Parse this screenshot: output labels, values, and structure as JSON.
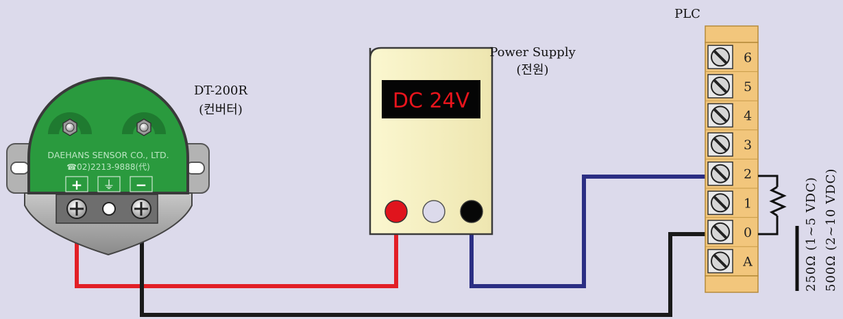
{
  "converter": {
    "model": "DT-200R",
    "model_sub": "(컨버터)",
    "company": "DAEHANS SENSOR CO., LTD.",
    "phone": "☎02)2213-9888(代)",
    "term_plus": "+",
    "term_ground": "⏚",
    "term_minus": "−"
  },
  "power_supply": {
    "label": "Power Supply",
    "label_sub": "(전원)",
    "display": "DC 24V"
  },
  "plc": {
    "label": "PLC",
    "terminals": [
      "6",
      "5",
      "4",
      "3",
      "2",
      "1",
      "0",
      "A"
    ]
  },
  "resistor_notes": {
    "line1": "250Ω (1~5 VDC)",
    "line2": "500Ω (2~10 VDC)"
  },
  "colors": {
    "background": "#dcdaeb",
    "converter_green": "#2a9a3e",
    "wire_red": "#e21f26",
    "wire_black": "#1a1a1a",
    "wire_blue": "#2b2e83",
    "display_text": "#e8141c",
    "terminal_block": "#f2c67c",
    "note_text": "#e0208a"
  }
}
